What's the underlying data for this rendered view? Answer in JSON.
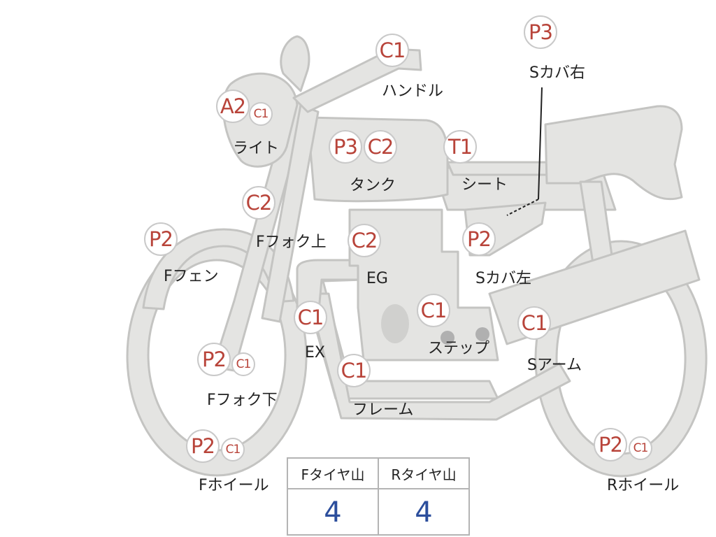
{
  "colors": {
    "bike_fill": "#e4e4e2",
    "bike_stroke": "#c4c4c2",
    "badge_text": "#b8443a",
    "label_text": "#222222",
    "value_text": "#2c4e9c"
  },
  "parts": [
    {
      "id": "handle",
      "label": "ハンドル",
      "badges": [
        {
          "code": "C1"
        }
      ]
    },
    {
      "id": "light",
      "label": "ライト",
      "badges": [
        {
          "code": "A2"
        },
        {
          "code": "C1"
        }
      ]
    },
    {
      "id": "tank",
      "label": "タンク",
      "badges": [
        {
          "code": "P3"
        },
        {
          "code": "C2"
        }
      ]
    },
    {
      "id": "seat",
      "label": "シート",
      "badges": [
        {
          "code": "T1"
        }
      ]
    },
    {
      "id": "side-cover-right",
      "label": "Sカバ右",
      "badges": [
        {
          "code": "P3"
        }
      ]
    },
    {
      "id": "fork-upper",
      "label": "Fフォク上",
      "badges": [
        {
          "code": "C2"
        }
      ]
    },
    {
      "id": "front-fender",
      "label": "Fフェン",
      "badges": [
        {
          "code": "P2"
        }
      ]
    },
    {
      "id": "engine",
      "label": "EG",
      "badges": [
        {
          "code": "C2"
        }
      ]
    },
    {
      "id": "side-cover-left",
      "label": "Sカバ左",
      "badges": [
        {
          "code": "P2"
        }
      ]
    },
    {
      "id": "exhaust",
      "label": "EX",
      "badges": [
        {
          "code": "C1"
        }
      ]
    },
    {
      "id": "step",
      "label": "ステップ",
      "badges": [
        {
          "code": "C1"
        }
      ]
    },
    {
      "id": "swing-arm",
      "label": "Sアーム",
      "badges": [
        {
          "code": "C1"
        }
      ]
    },
    {
      "id": "fork-lower",
      "label": "Fフォク下",
      "badges": [
        {
          "code": "P2"
        },
        {
          "code": "C1"
        }
      ]
    },
    {
      "id": "frame",
      "label": "フレーム",
      "badges": [
        {
          "code": "C1"
        }
      ]
    },
    {
      "id": "front-wheel",
      "label": "Fホイール",
      "badges": [
        {
          "code": "P2"
        },
        {
          "code": "C1"
        }
      ]
    },
    {
      "id": "rear-wheel",
      "label": "Rホイール",
      "badges": [
        {
          "code": "P2"
        },
        {
          "code": "C1"
        }
      ]
    }
  ],
  "tire_table": {
    "headers": [
      "Fタイヤ山",
      "Rタイヤ山"
    ],
    "values": [
      "4",
      "4"
    ]
  }
}
